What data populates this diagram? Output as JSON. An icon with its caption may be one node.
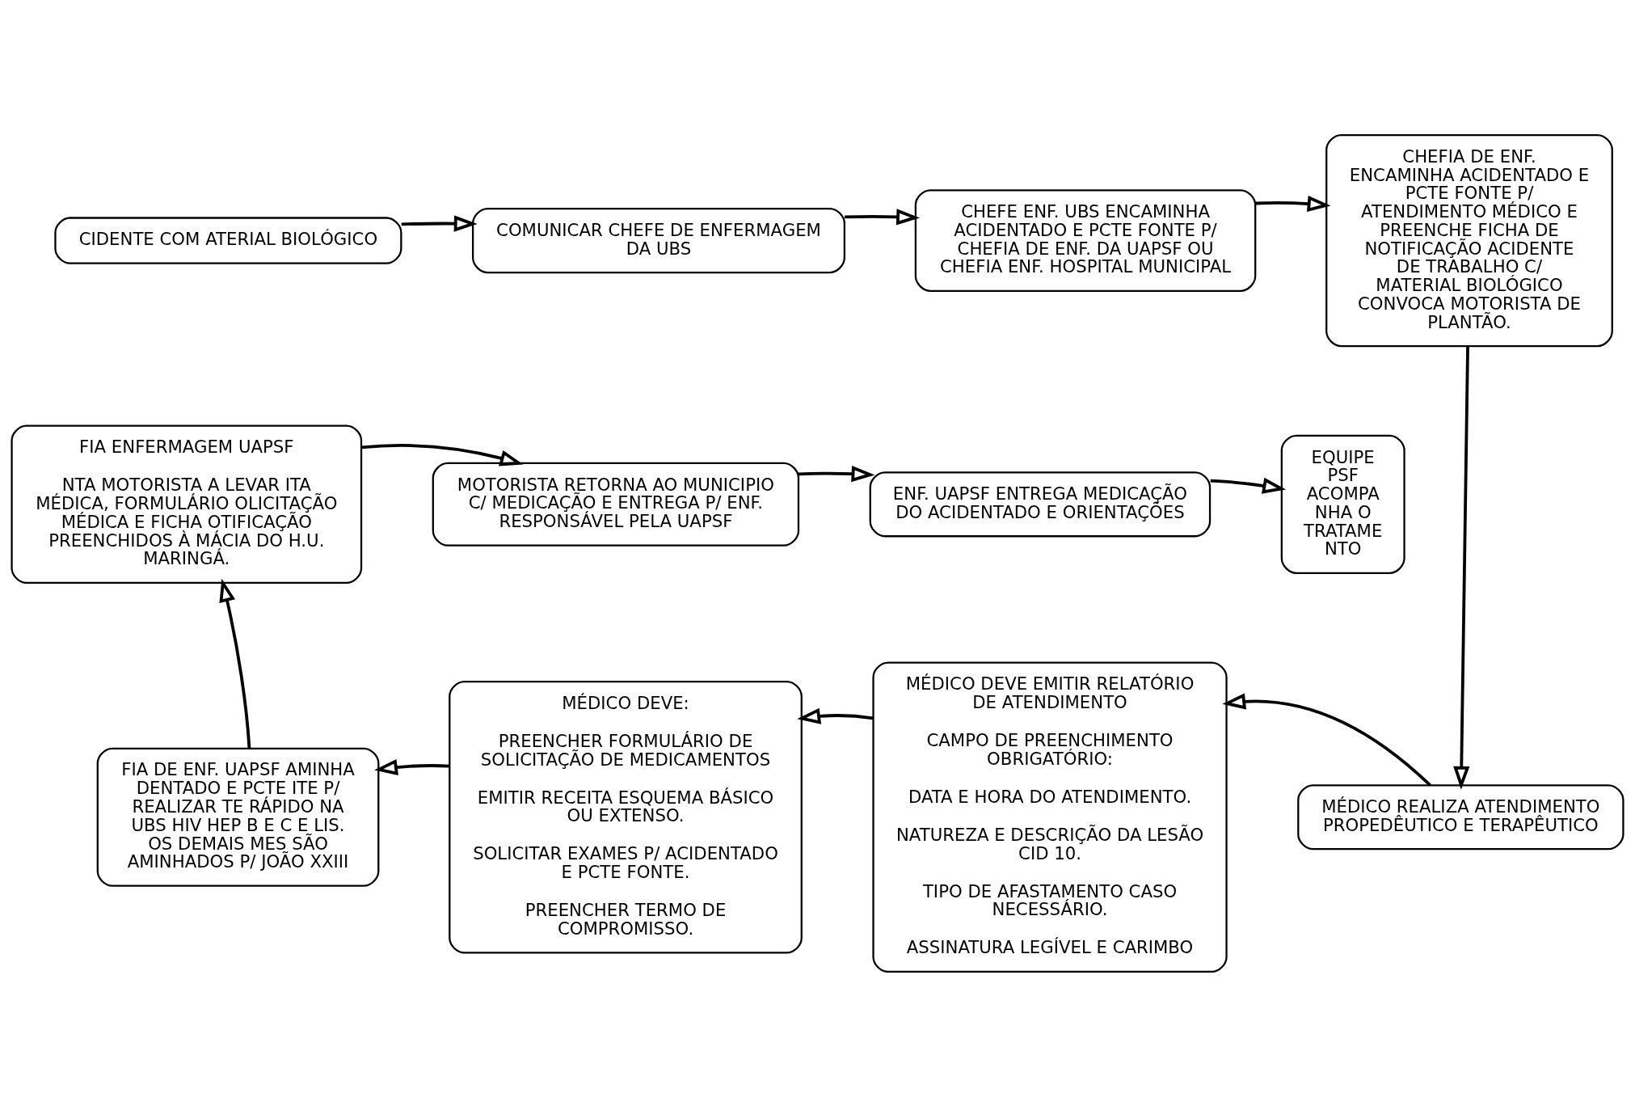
{
  "diagram": {
    "nodes": [
      {
        "text": [
          "CIDENTE COM ATERIAL BIOLÓGICO"
        ]
      },
      {
        "text": [
          "COMUNICAR CHEFE DE ENFERMAGEM DA UBS"
        ]
      },
      {
        "text": [
          "CHEFE ENF. UBS ENCAMINHA ACIDENTADO E PCTE FONTE P/ CHEFIA DE ENF. DA UAPSF OU CHEFIA ENF. HOSPITAL MUNICIPAL"
        ]
      },
      {
        "text": [
          "CHEFIA DE ENF. ENCAMINHA ACIDENTADO E PCTE FONTE P/ ATENDIMENTO MÉDICO E PREENCHE FICHA DE NOTIFICAÇÃO ACIDENTE DE TRABALHO C/ MATERIAL BIOLÓGICO CONVOCA MOTORISTA DE PLANTÃO."
        ]
      },
      {
        "text": [
          "FIA ENFERMAGEM UAPSF",
          "NTA MOTORISTA A LEVAR ITA MÉDICA, FORMULÁRIO OLICITAÇÃO MÉDICA E FICHA OTIFICAÇÃO PREENCHIDOS À MÁCIA DO H.U. MARINGÁ."
        ]
      },
      {
        "text": [
          "MOTORISTA RETORNA AO MUNICIPIO C/ MEDICAÇÃO E ENTREGA P/ ENF. RESPONSÁVEL PELA UAPSF"
        ]
      },
      {
        "text": [
          "ENF. UAPSF ENTREGA MEDICAÇÃO DO ACIDENTADO E ORIENTAÇÕES"
        ]
      },
      {
        "text": [
          "EQUIPE PSF ACOMPA NHA O TRATAME NTO"
        ]
      },
      {
        "text": [
          "FIA DE ENF. UAPSF AMINHA DENTADO E PCTE ITE P/ REALIZAR TE RÁPIDO NA UBS HIV HEP B E C E LIS. OS DEMAIS MES SÃO AMINHADOS P/ JOÃO XXIII"
        ]
      },
      {
        "text": [
          "MÉDICO DEVE:",
          "PREENCHER FORMULÁRIO DE SOLICITAÇÃO DE MEDICAMENTOS",
          "EMITIR RECEITA ESQUEMA BÁSICO OU EXTENSO.",
          "SOLICITAR EXAMES P/ ACIDENTADO E PCTE FONTE.",
          "PREENCHER TERMO DE COMPROMISSO."
        ]
      },
      {
        "text": [
          "MÉDICO DEVE EMITIR RELATÓRIO DE ATENDIMENTO",
          "CAMPO DE PREENCHIMENTO OBRIGATÓRIO:",
          "DATA E HORA DO ATENDIMENTO.",
          "NATUREZA E DESCRIÇÃO DA LESÃO CID 10.",
          "TIPO DE AFASTAMENTO CASO NECESSÁRIO.",
          "ASSINATURA LEGÍVEL E CARIMBO"
        ]
      },
      {
        "text": [
          "MÉDICO REALIZA ATENDIMENTO PROPEDÊUTICO E TERAPÊUTICO"
        ]
      }
    ],
    "edges": [
      {
        "from": 0,
        "to": 1,
        "arrow": "to"
      },
      {
        "from": 1,
        "to": 2,
        "arrow": "to"
      },
      {
        "from": 2,
        "to": 3,
        "arrow": "to"
      },
      {
        "from": 3,
        "to": 11,
        "arrow": "to"
      },
      {
        "from": 11,
        "to": 10,
        "arrow": "to"
      },
      {
        "from": 10,
        "to": 9,
        "arrow": "to"
      },
      {
        "from": 9,
        "to": 8,
        "arrow": "to"
      },
      {
        "from": 8,
        "to": 4,
        "arrow": "to"
      },
      {
        "from": 4,
        "to": 5,
        "arrow": "to"
      },
      {
        "from": 5,
        "to": 6,
        "arrow": "to"
      },
      {
        "from": 6,
        "to": 7,
        "arrow": "to"
      }
    ]
  }
}
